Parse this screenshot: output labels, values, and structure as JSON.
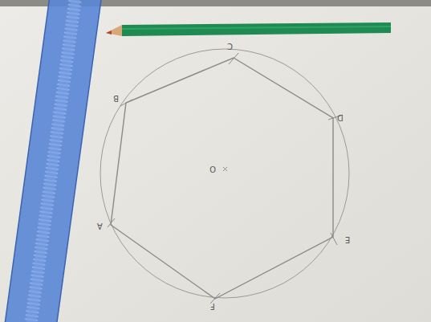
{
  "diagram": {
    "labels": [
      "C",
      "B",
      "D",
      "O",
      "A",
      "E",
      "F"
    ]
  }
}
